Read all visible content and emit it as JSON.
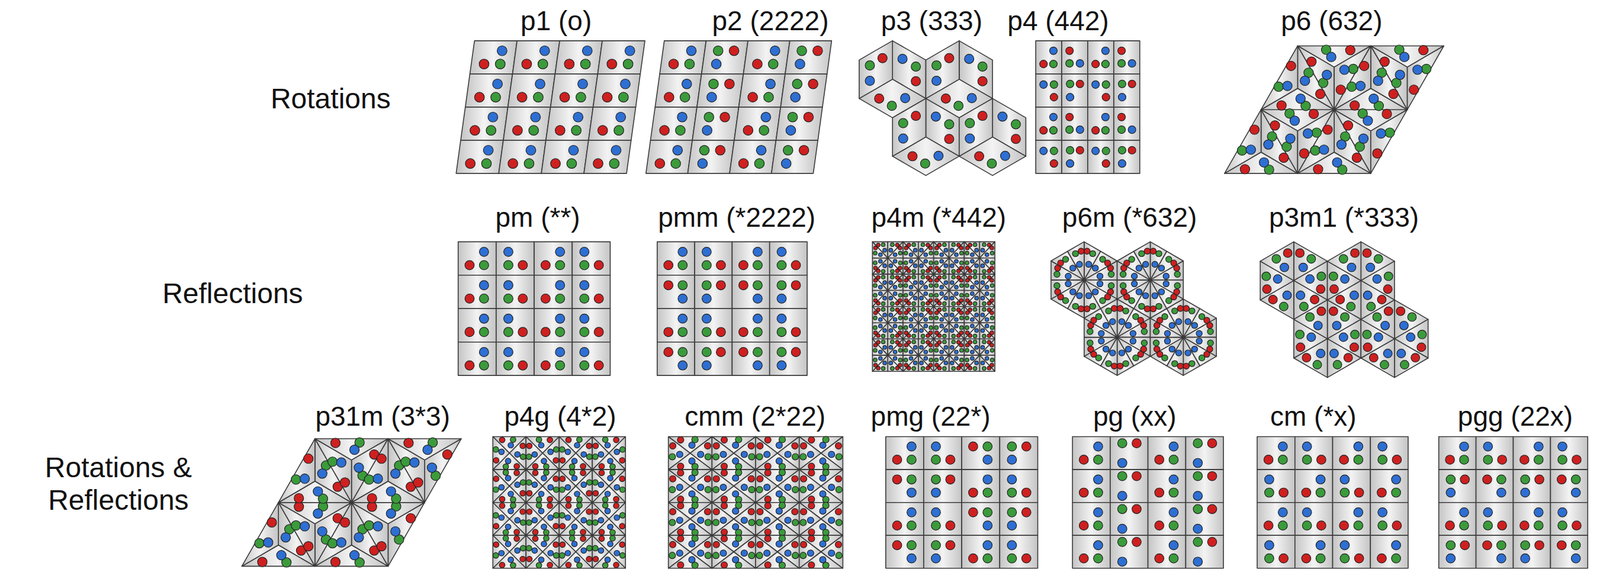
{
  "diagram": {
    "labels": [
      "Rotations",
      "p1 (o)",
      "p2 (2222)",
      "p3 (333)",
      "p4 (442)",
      "p6 (632)",
      "Reflections",
      "pm (**)",
      "pmm (*2222)",
      "p4m (*442)",
      "p6m (*632)",
      "p3m1 (*333)",
      "Rotations & Reflections",
      "p31m (3*3)",
      "p4g (4*2)",
      "cmm (2*22)",
      "pmg (22*)",
      "pg (xx)",
      "cm (*x)",
      "pgg (22x)"
    ]
  }
}
